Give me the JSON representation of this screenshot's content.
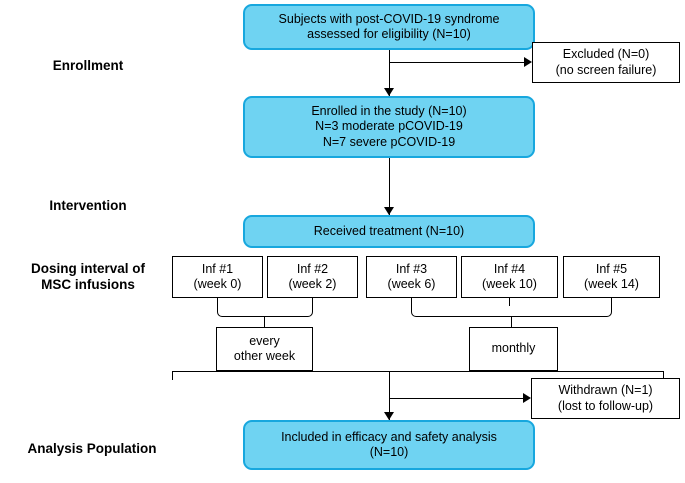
{
  "diagram": {
    "title": "CONSORT-style participant flow diagram",
    "colors": {
      "box_fill": "#6FD3F2",
      "box_border": "#17A7DE",
      "line": "#000000",
      "background": "#ffffff"
    }
  },
  "stages": [
    {
      "key": "enrollment",
      "label": "Enrollment"
    },
    {
      "key": "intervention",
      "label": "Intervention"
    },
    {
      "key": "dosing",
      "label": "Dosing interval of\nMSC infusions"
    },
    {
      "key": "analysis",
      "label": "Analysis Population"
    }
  ],
  "boxes": {
    "screened": "Subjects with post-COVID-19 syndrome\nassessed for eligibility  (N=10)",
    "excluded": "Excluded (N=0)\n(no screen failure)",
    "enrolled": "Enrolled in the study (N=10)\nN=3 moderate pCOVID-19\nN=7 severe pCOVID-19",
    "treatment": "Received treatment (N=10)",
    "withdrawn": "Withdrawn (N=1)\n(lost to follow-up)",
    "analysis": "Included in efficacy and safety analysis\n(N=10)"
  },
  "infusions": [
    {
      "name": "Inf #1",
      "week": "(week 0)"
    },
    {
      "name": "Inf #2",
      "week": "(week 2)"
    },
    {
      "name": "Inf #3",
      "week": "(week 6)"
    },
    {
      "name": "Inf #4",
      "week": "(week 10)"
    },
    {
      "name": "Inf #5",
      "week": "(week 14)"
    }
  ],
  "schedule": {
    "every_other_week": "every\nother week",
    "monthly": "monthly"
  }
}
